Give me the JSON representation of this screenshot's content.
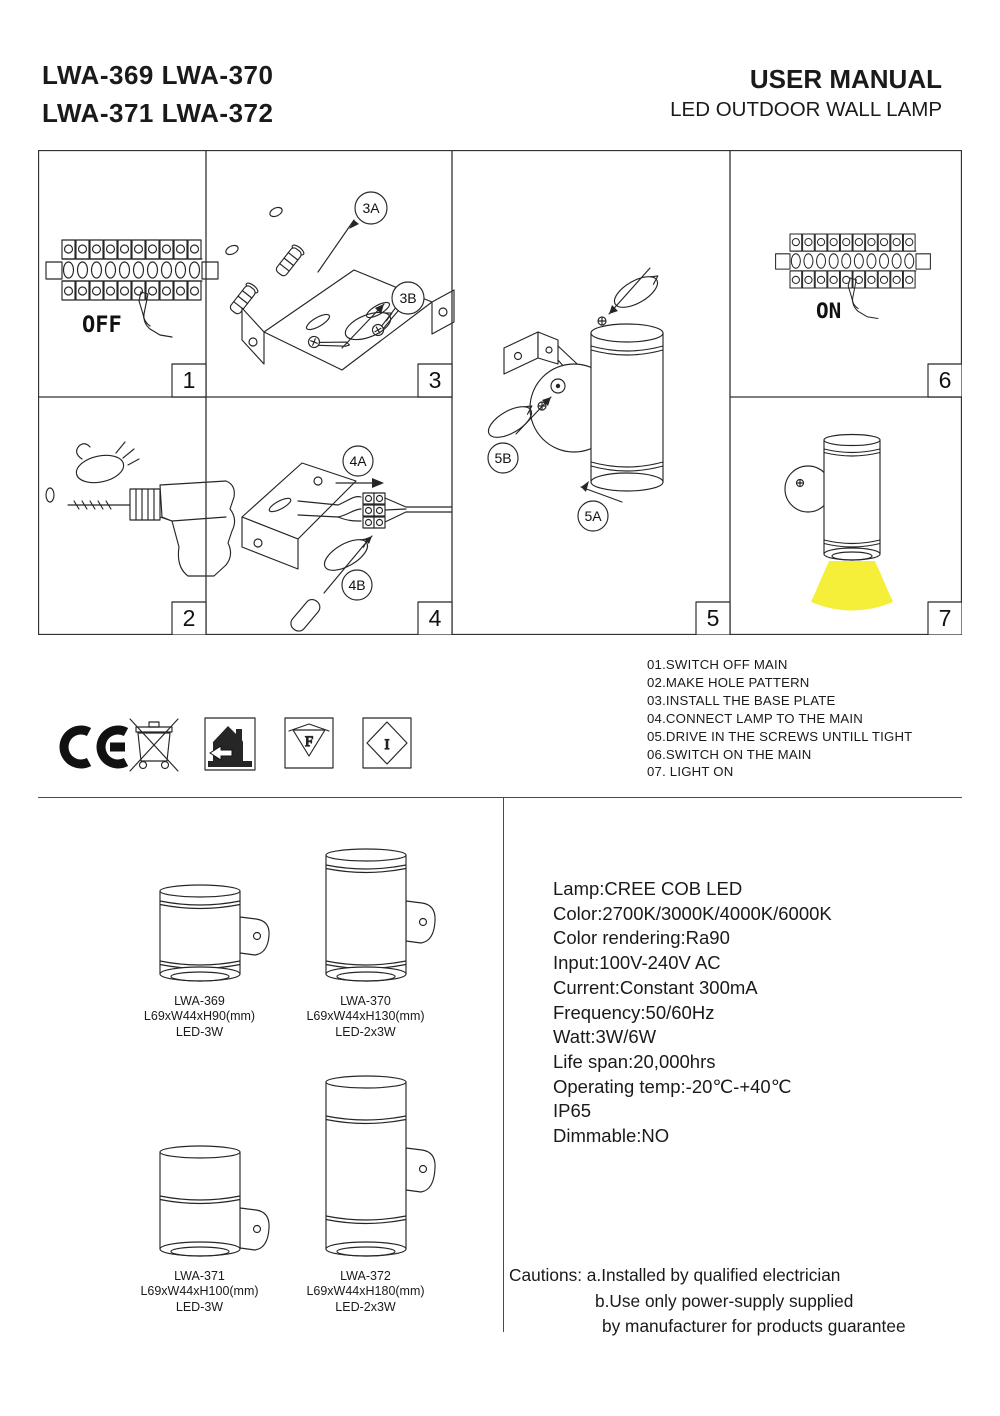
{
  "header": {
    "models_line1": "LWA-369 LWA-370",
    "models_line2": "LWA-371 LWA-372",
    "title": "USER MANUAL",
    "subtitle": "LED OUTDOOR WALL LAMP"
  },
  "diagram": {
    "panel_numbers": {
      "p1": "1",
      "p2": "2",
      "p3": "3",
      "p4": "4",
      "p5": "5",
      "p6": "6",
      "p7": "7"
    },
    "labels": {
      "off": "OFF",
      "on": "ON",
      "l3a": "3A",
      "l3b": "3B",
      "l4a": "4A",
      "l4b": "4B",
      "l5a": "5A",
      "l5b": "5B"
    },
    "light_color": "#f5ef3a"
  },
  "steps": {
    "lines": [
      "01.SWITCH OFF MAIN",
      "02.MAKE HOLE PATTERN",
      "03.INSTALL THE BASE PLATE",
      "04.CONNECT LAMP TO THE MAIN",
      "05.DRIVE IN THE SCREWS UNTILL TIGHT",
      "06.SWITCH ON THE MAIN",
      "07. LIGHT ON"
    ]
  },
  "certifications": {
    "f_letter": "F",
    "i_letter": "I",
    "icons": [
      "ce-mark",
      "weee-crossed-bin",
      "house-arrow",
      "f-in-triangle",
      "i-in-diamond"
    ]
  },
  "variants": [
    {
      "model": "LWA-369",
      "dimensions": "L69xW44xH90(mm)",
      "wattage": "LED-3W"
    },
    {
      "model": "LWA-370",
      "dimensions": "L69xW44xH130(mm)",
      "wattage": "LED-2x3W"
    },
    {
      "model": "LWA-371",
      "dimensions": "L69xW44xH100(mm)",
      "wattage": "LED-3W"
    },
    {
      "model": "LWA-372",
      "dimensions": "L69xW44xH180(mm)",
      "wattage": "LED-2x3W"
    }
  ],
  "specs": {
    "lines": [
      "Lamp:CREE COB LED",
      "Color:2700K/3000K/4000K/6000K",
      "Color rendering:Ra90",
      "Input:100V-240V AC",
      "Current:Constant 300mA",
      "Frequency:50/60Hz",
      "Watt:3W/6W",
      "Life span:20,000hrs",
      "Operating temp:-20℃-+40℃",
      "IP65",
      "Dimmable:NO"
    ]
  },
  "cautions": {
    "line_a": "Cautions: a.Installed by qualified electrician",
    "line_b": "b.Use only power-supply supplied",
    "line_b2": "by manufacturer for products guarantee"
  }
}
